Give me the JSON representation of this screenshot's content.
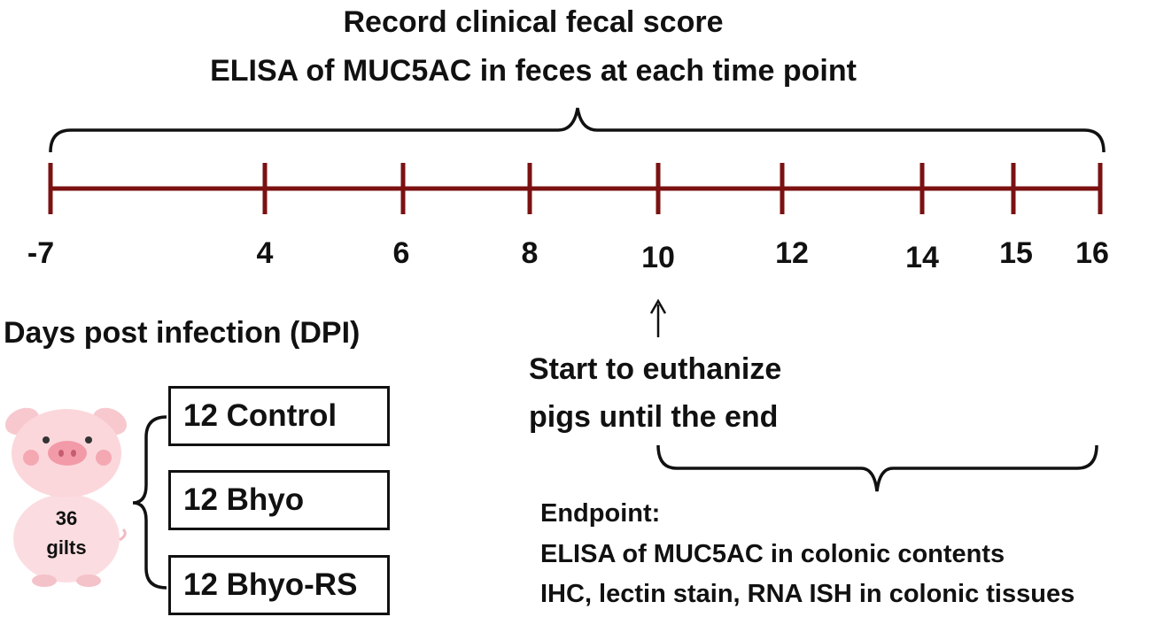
{
  "header": {
    "line1": "Record clinical fecal score",
    "line2": "ELISA of MUC5AC in feces at each time point"
  },
  "timeline": {
    "ticks": [
      "-7",
      "4",
      "6",
      "8",
      "10",
      "12",
      "14",
      "15",
      "16"
    ],
    "axis_label": "Days post infection (DPI)",
    "line_color": "#7b1111"
  },
  "annotation": {
    "line1": "Start to euthanize",
    "line2": "pigs until the end"
  },
  "groups": {
    "pig_label_line1": "36",
    "pig_label_line2": "gilts",
    "items": [
      "12 Control",
      "12 Bhyo",
      "12 Bhyo-RS"
    ]
  },
  "endpoint": {
    "title": "Endpoint:",
    "line1": "ELISA of MUC5AC in colonic contents",
    "line2": "IHC, lectin stain, RNA ISH in colonic tissues"
  }
}
